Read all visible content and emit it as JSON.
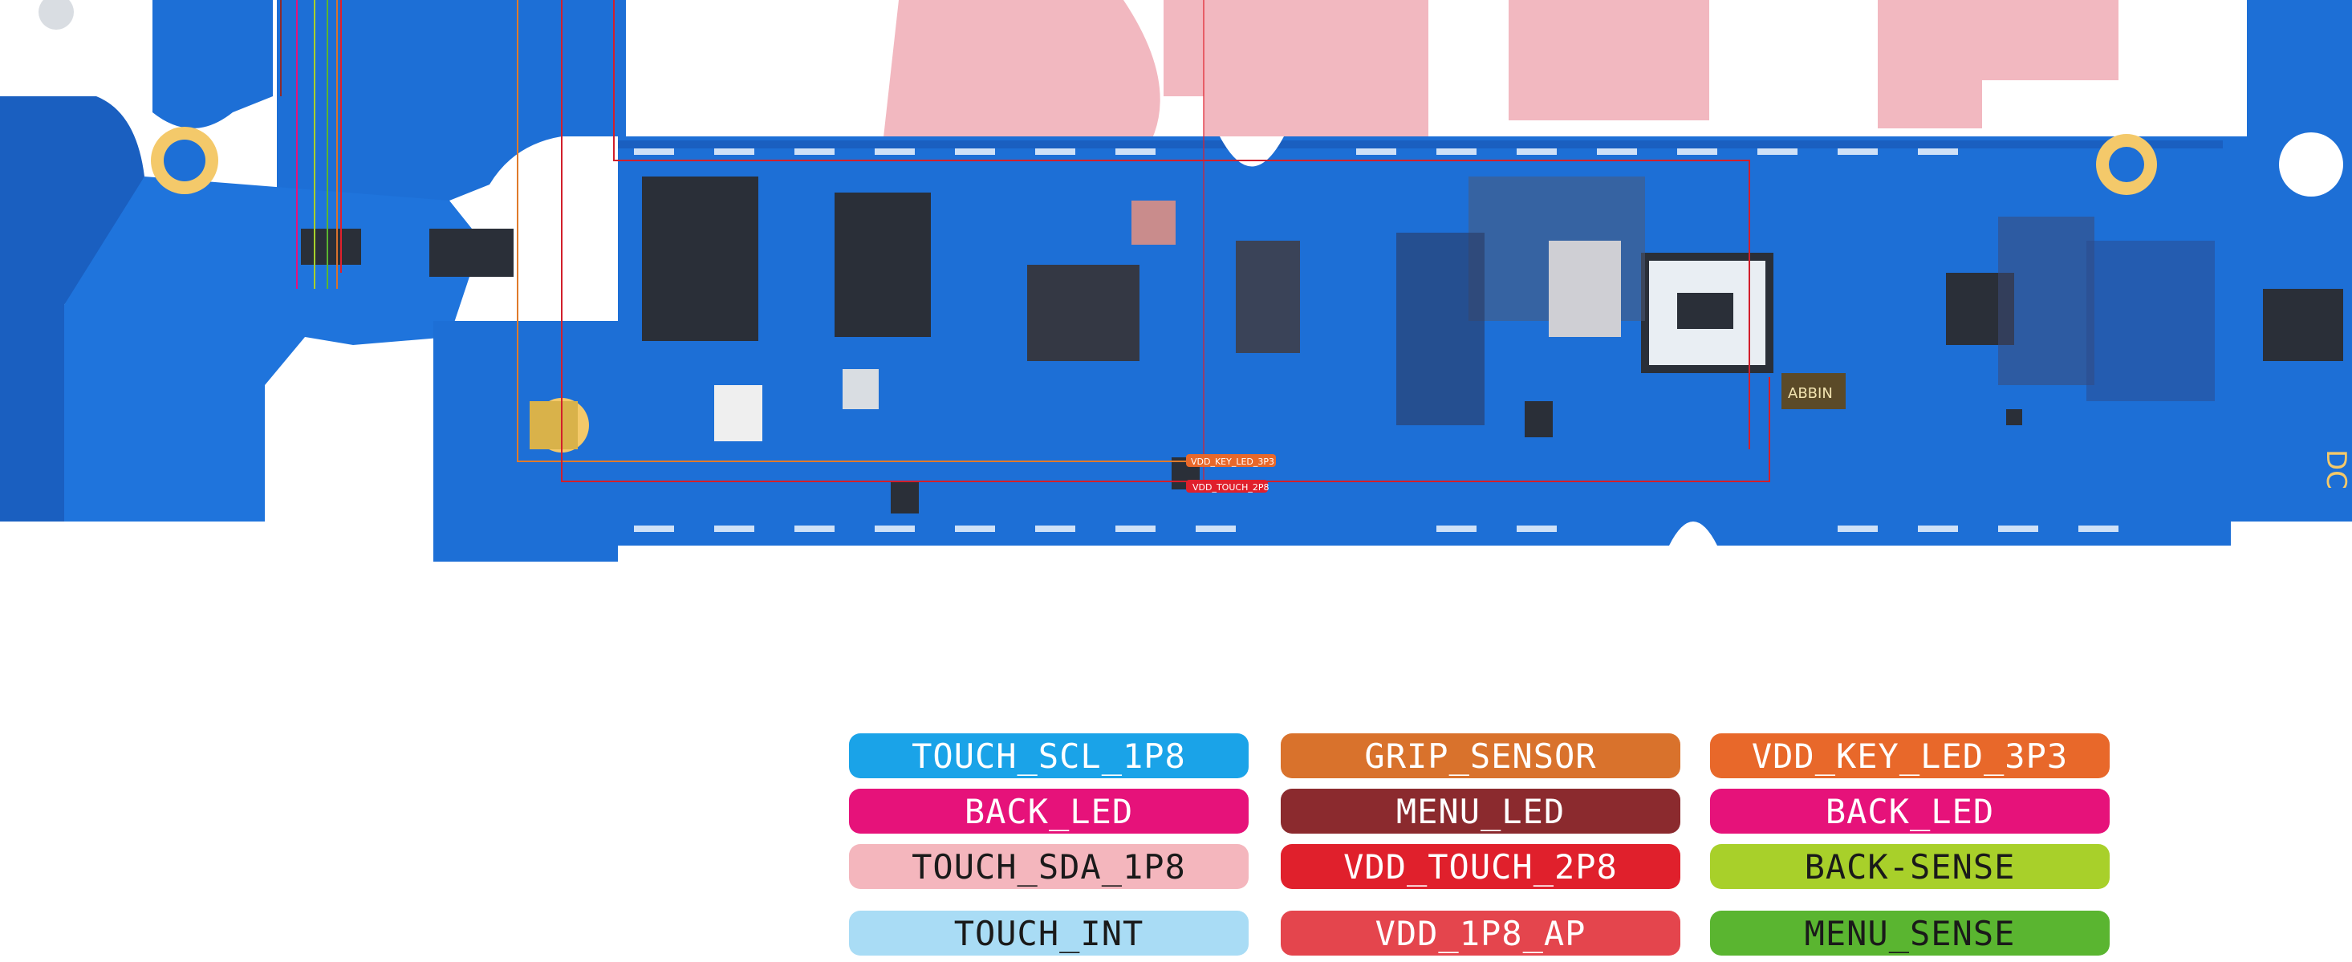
{
  "board": {
    "colors": {
      "pcb": "#1d6fd6",
      "pcb_dark": "#1a5fc0",
      "watermark": "#f2b8c0",
      "chip": "#2a2f38",
      "trace_red": "#d21f2b",
      "trace_orange": "#e07b2a"
    },
    "chip_marking": "ABBIN",
    "probe_labels": [
      "VDD_KEY_LED_3P3",
      "VDD_TOUCH_2P8"
    ],
    "edge_text": "DC"
  },
  "legend": [
    {
      "label": "TOUCH_SCL_1P8",
      "bg": "#1aa3e8",
      "fg": "#ffffff"
    },
    {
      "label": "GRIP_SENSOR",
      "bg": "#d9722c",
      "fg": "#ffffff"
    },
    {
      "label": "VDD_KEY_LED_3P3",
      "bg": "#e8682a",
      "fg": "#ffffff"
    },
    {
      "label": "BACK_LED",
      "bg": "#e6127a",
      "fg": "#ffffff"
    },
    {
      "label": "MENU_LED",
      "bg": "#8b2a2e",
      "fg": "#ffffff"
    },
    {
      "label": "BACK_LED",
      "bg": "#e6127a",
      "fg": "#ffffff"
    },
    {
      "label": "TOUCH_SDA_1P8",
      "bg": "#f4b6bd",
      "fg": "#1a1a1a"
    },
    {
      "label": "VDD_TOUCH_2P8",
      "bg": "#e0202c",
      "fg": "#ffffff"
    },
    {
      "label": "BACK-SENSE",
      "bg": "#a8d02a",
      "fg": "#1a1a1a"
    },
    {
      "label": "TOUCH_INT",
      "bg": "#a9dcf5",
      "fg": "#1a1a1a"
    },
    {
      "label": "VDD_1P8_AP",
      "bg": "#e4454d",
      "fg": "#ffffff"
    },
    {
      "label": "MENU_SENSE",
      "bg": "#5ab530",
      "fg": "#1a1a1a"
    }
  ]
}
